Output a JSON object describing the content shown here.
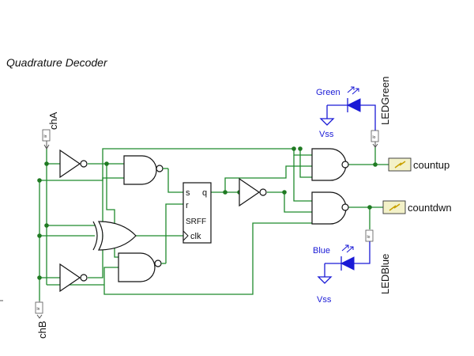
{
  "diagram": {
    "title": "Quadrature Decoder",
    "inputs": {
      "cha": "chA",
      "chb": "chB"
    },
    "flipflop": {
      "s": "s",
      "q": "q",
      "r": "r",
      "name": "SRFF",
      "clk": "clk"
    },
    "outputs": {
      "countup": "countup",
      "countdwn": "countdwn"
    },
    "leds": {
      "green_label": "Green",
      "green_name": "LEDGreen",
      "blue_label": "Blue",
      "blue_name": "LEDBlue",
      "vss1": "Vss",
      "vss2": "Vss"
    },
    "colors": {
      "wire": "#1f8a2c",
      "led": "#1a1ad6",
      "junction": "#1f7a22"
    }
  }
}
